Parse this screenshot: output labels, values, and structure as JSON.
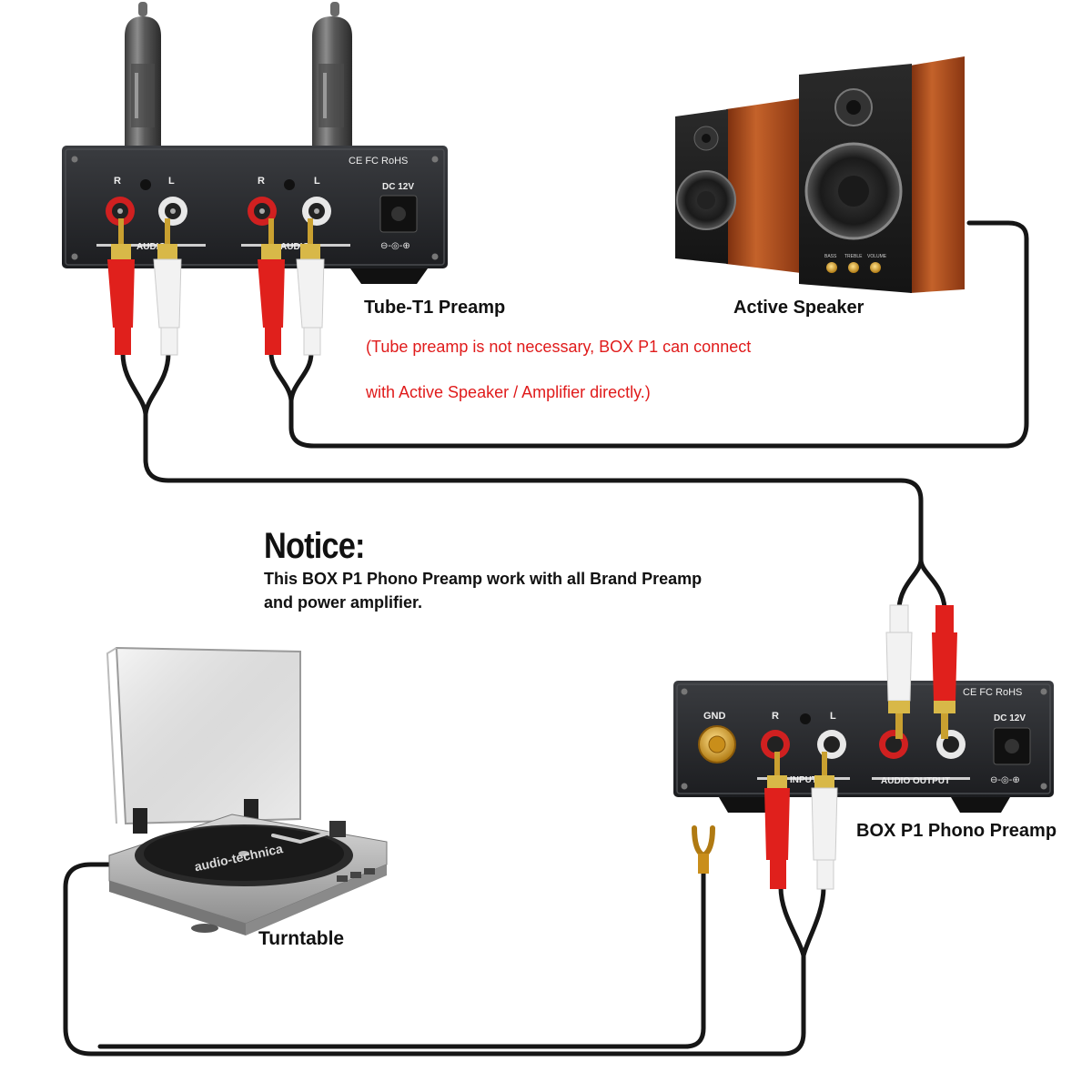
{
  "labels": {
    "tube_preamp": "Tube-T1 Preamp",
    "active_speaker": "Active Speaker",
    "note_line1": "(Tube preamp is not necessary, BOX P1 can connect",
    "note_line2": "with Active Speaker / Amplifier directly.)",
    "notice_title": "Notice:",
    "notice_line1": "This BOX P1 Phono Preamp work with all Brand Preamp",
    "notice_line2": "and power amplifier.",
    "turntable": "Turntable",
    "phono_preamp": "BOX P1 Phono Preamp"
  },
  "tube_preamp_panel": {
    "r1": "R",
    "l1": "L",
    "r2": "R",
    "l2": "L",
    "input_label": "AUDIO",
    "output_label": "AUDIO",
    "cert": "CE FC RoHS",
    "dc": "DC 12V"
  },
  "phono_preamp_panel": {
    "gnd": "GND",
    "r": "R",
    "l": "L",
    "input_label": "INPUT",
    "output_label": "AUDIO OUTPUT",
    "cert": "CE FC RoHS",
    "dc": "DC 12V"
  },
  "speaker_knobs": [
    "BASS",
    "TREBLE",
    "VOLUME"
  ],
  "turntable_brand": "audio-technica",
  "colors": {
    "plug_red": "#e0201c",
    "plug_white": "#f2f2f2",
    "cable": "#161616",
    "wood": "#b6531f",
    "chassis": "#26282b",
    "note_red": "#e01b1b"
  }
}
